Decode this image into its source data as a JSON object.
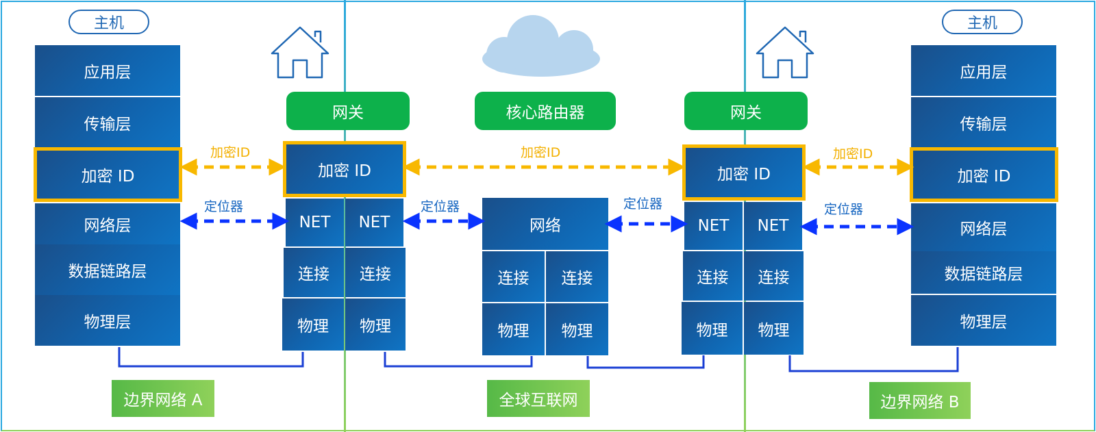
{
  "host_left": "主机",
  "host_right": "主机",
  "host_stack_left": [
    "应用层",
    "传输层",
    "加密 ID",
    "网络层",
    "数据链路层",
    "物理层"
  ],
  "host_stack_right": [
    "应用层",
    "传输层",
    "加密 ID",
    "网络层",
    "数据链路层",
    "物理层"
  ],
  "gateway_left": {
    "title": "网关",
    "enc": "加密 ID",
    "net": [
      "NET",
      "NET"
    ],
    "link": [
      "连接",
      "连接"
    ],
    "phys": [
      "物理",
      "物理"
    ]
  },
  "gateway_right": {
    "title": "网关",
    "enc": "加密 ID",
    "net": [
      "NET",
      "NET"
    ],
    "link": [
      "连接",
      "连接"
    ],
    "phys": [
      "物理",
      "物理"
    ]
  },
  "core_router": {
    "title": "核心路由器",
    "net": "网络",
    "link": [
      "连接",
      "连接"
    ],
    "phys": [
      "物理",
      "物理"
    ]
  },
  "arrow_labels": {
    "enc_left": "加密ID",
    "enc_mid": "加密ID",
    "enc_right": "加密ID",
    "loc_left": "定位器",
    "loc_mid_left": "定位器",
    "loc_mid_right": "定位器",
    "loc_right": "定位器"
  },
  "networks": {
    "left": "边界网络 A",
    "middle": "全球互联网",
    "right": "边界网络 B"
  },
  "icons": [
    "house-icon",
    "cloud-icon",
    "house-icon"
  ],
  "colors": {
    "layer": "#1163ad",
    "highlight": "#f8b800",
    "gateway": "#0db14b",
    "network": "#6cc24a",
    "locator_arrow": "#0a33ff",
    "divider": "#2aa8e0"
  }
}
